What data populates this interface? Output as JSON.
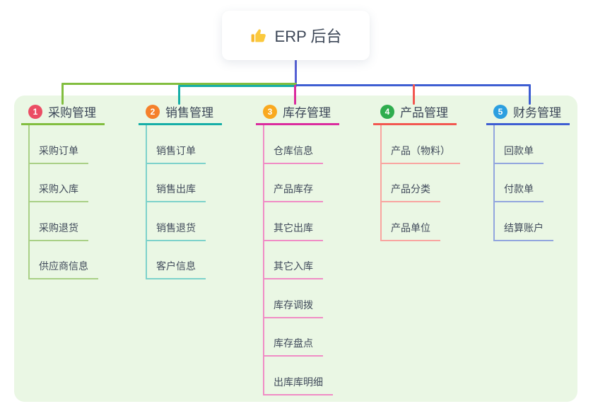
{
  "root": {
    "label": "ERP 后台",
    "icon": "thumbs-up-icon",
    "trunk_color": "#5560D4"
  },
  "panel": {
    "bg_color": "#EAF7E4"
  },
  "branches": [
    {
      "num": "1",
      "label": "采购管理",
      "badge_color": "#EB4D64",
      "line_color": "#82BE3F",
      "child_line_color": "#A9D086",
      "children": [
        "采购订单",
        "采购入库",
        "采购退货",
        "供应商信息"
      ]
    },
    {
      "num": "2",
      "label": "销售管理",
      "badge_color": "#F5802B",
      "line_color": "#16AEA7",
      "child_line_color": "#7DD2CB",
      "children": [
        "销售订单",
        "销售出库",
        "销售退货",
        "客户信息"
      ]
    },
    {
      "num": "3",
      "label": "库存管理",
      "badge_color": "#F9A91F",
      "line_color": "#DB2C9E",
      "child_line_color": "#F08CC5",
      "children": [
        "仓库信息",
        "产品库存",
        "其它出库",
        "其它入库",
        "库存调拨",
        "库存盘点",
        "出库库明细"
      ]
    },
    {
      "num": "4",
      "label": "产品管理",
      "badge_color": "#2FAD4E",
      "line_color": "#F25750",
      "child_line_color": "#F9A5A0",
      "children": [
        "产品（物料）",
        "产品分类",
        "产品单位"
      ]
    },
    {
      "num": "5",
      "label": "财务管理",
      "badge_color": "#2C9FE0",
      "line_color": "#3E5ED2",
      "child_line_color": "#92A6DE",
      "children": [
        "回款单",
        "付款单",
        "结算账户"
      ]
    }
  ]
}
